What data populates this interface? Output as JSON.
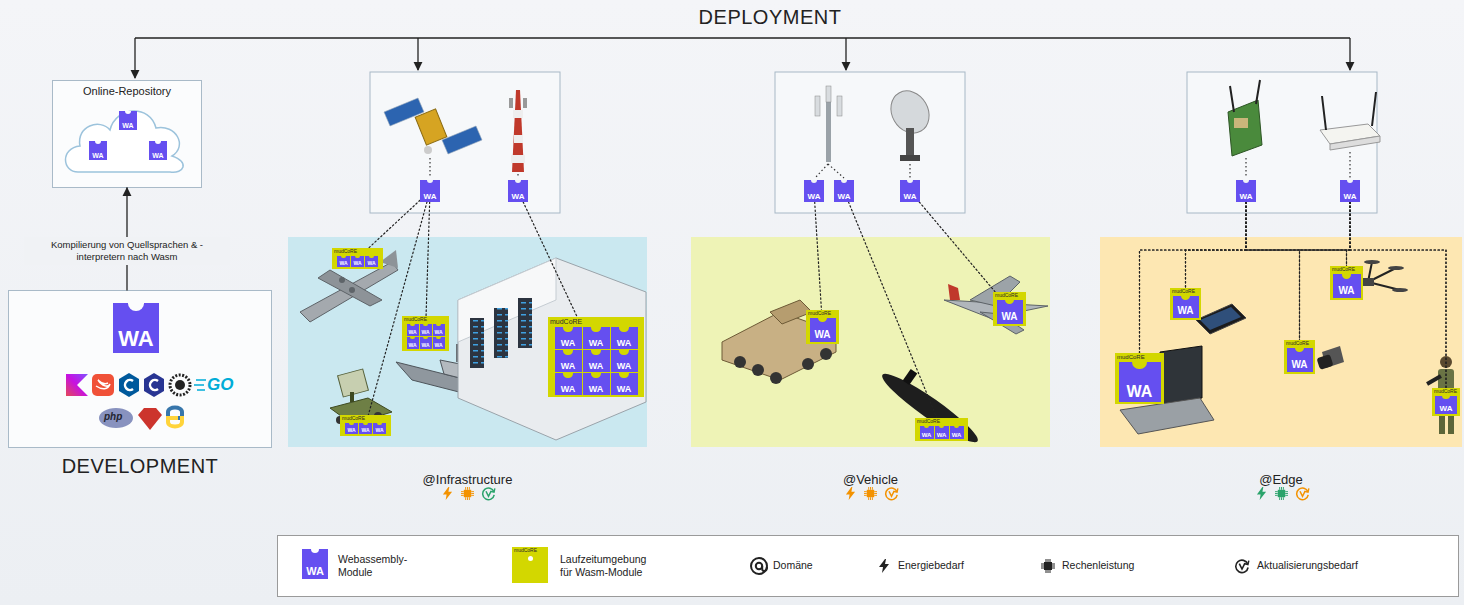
{
  "diagram": {
    "title": "DEPLOYMENT",
    "nodes": [
      {
        "text": [
          "Online-Repository"
        ]
      },
      {
        "text": [
          "WA"
        ],
        "in": 0
      },
      {
        "text": [
          "WA"
        ],
        "in": 0
      },
      {
        "text": [
          "WA"
        ],
        "in": 0
      },
      {
        "text": [
          "DEVELOPMENT"
        ]
      },
      {
        "text": [
          "WA"
        ],
        "in": 4
      },
      {
        "text": [
          "@Infrastructure"
        ]
      },
      {
        "text": [
          "WA"
        ]
      },
      {
        "text": [
          "WA"
        ]
      },
      {
        "text": [
          "mudCoRE"
        ],
        "in": 6
      },
      {
        "text": [
          "WA"
        ],
        "in": 9
      },
      {
        "text": [
          "WA"
        ],
        "in": 9
      },
      {
        "text": [
          "WA"
        ],
        "in": 9
      },
      {
        "text": [
          "mudCoRE"
        ],
        "in": 6
      },
      {
        "text": [
          "WA"
        ],
        "in": 13
      },
      {
        "text": [
          "WA"
        ],
        "in": 13
      },
      {
        "text": [
          "WA"
        ],
        "in": 13
      },
      {
        "text": [
          "mudCoRE"
        ],
        "in": 6
      },
      {
        "text": [
          "WA"
        ],
        "in": 17
      },
      {
        "text": [
          "WA"
        ],
        "in": 17
      },
      {
        "text": [
          "WA"
        ],
        "in": 17
      },
      {
        "text": [
          "WA"
        ],
        "in": 17
      },
      {
        "text": [
          "WA"
        ],
        "in": 17
      },
      {
        "text": [
          "WA"
        ],
        "in": 17
      },
      {
        "text": [
          "mudCoRE"
        ],
        "in": 6
      },
      {
        "text": [
          "WA"
        ],
        "in": 24
      },
      {
        "text": [
          "WA"
        ],
        "in": 24
      },
      {
        "text": [
          "WA"
        ],
        "in": 24
      },
      {
        "text": [
          "WA"
        ],
        "in": 24
      },
      {
        "text": [
          "WA"
        ],
        "in": 24
      },
      {
        "text": [
          "WA"
        ],
        "in": 24
      },
      {
        "text": [
          "WA"
        ],
        "in": 24
      },
      {
        "text": [
          "WA"
        ],
        "in": 24
      },
      {
        "text": [
          "WA"
        ],
        "in": 24
      },
      {
        "text": [
          "@Vehicle"
        ]
      },
      {
        "text": [
          "WA"
        ]
      },
      {
        "text": [
          "WA"
        ]
      },
      {
        "text": [
          "WA"
        ]
      },
      {
        "text": [
          "mudCoRE"
        ],
        "in": 34
      },
      {
        "text": [
          "WA"
        ],
        "in": 38
      },
      {
        "text": [
          "mudCoRE"
        ],
        "in": 34
      },
      {
        "text": [
          "WA"
        ],
        "in": 40
      },
      {
        "text": [
          "mudCoRE"
        ],
        "in": 34
      },
      {
        "text": [
          "WA"
        ],
        "in": 42
      },
      {
        "text": [
          "WA"
        ],
        "in": 42
      },
      {
        "text": [
          "WA"
        ],
        "in": 42
      },
      {
        "text": [
          "@Edge"
        ]
      },
      {
        "text": [
          "WA"
        ]
      },
      {
        "text": [
          "WA"
        ]
      },
      {
        "text": [
          "mudCoRE"
        ],
        "in": 46
      },
      {
        "text": [
          "WA"
        ],
        "in": 49
      },
      {
        "text": [
          "mudCoRE"
        ],
        "in": 46
      },
      {
        "text": [
          "WA"
        ],
        "in": 51
      },
      {
        "text": [
          "mudCoRE"
        ],
        "in": 46
      },
      {
        "text": [
          "WA"
        ],
        "in": 53
      },
      {
        "text": [
          "mudCoRE"
        ],
        "in": 46
      },
      {
        "text": [
          "WA"
        ],
        "in": 55
      },
      {
        "text": [
          "mudCoRE"
        ],
        "in": 46
      },
      {
        "text": [
          "WA"
        ],
        "in": 57
      }
    ],
    "edges": [
      {
        "from": 4,
        "to": 0,
        "arrow": "to",
        "label": "Kompilierung von Quellsprachen & -interpretern nach Wasm"
      },
      {
        "from": 7,
        "to": 9,
        "arrow": "none"
      },
      {
        "from": 7,
        "to": 13,
        "arrow": "none"
      },
      {
        "from": 7,
        "to": 17,
        "arrow": "none"
      },
      {
        "from": 8,
        "to": 24,
        "arrow": "none"
      },
      {
        "from": 35,
        "to": 38,
        "arrow": "none"
      },
      {
        "from": 36,
        "to": 42,
        "arrow": "none"
      },
      {
        "from": 37,
        "to": 40,
        "arrow": "none"
      },
      {
        "from": 47,
        "to": 49,
        "arrow": "none"
      },
      {
        "from": 47,
        "to": 51,
        "arrow": "none"
      },
      {
        "from": 47,
        "to": 53,
        "arrow": "none"
      },
      {
        "from": 47,
        "to": 55,
        "arrow": "none"
      },
      {
        "from": 47,
        "to": 57,
        "arrow": "none"
      },
      {
        "from": 48,
        "to": 49,
        "arrow": "none"
      },
      {
        "from": 48,
        "to": 51,
        "arrow": "none"
      },
      {
        "from": 48,
        "to": 53,
        "arrow": "none"
      },
      {
        "from": 48,
        "to": 55,
        "arrow": "none"
      },
      {
        "from": 48,
        "to": 57,
        "arrow": "none"
      }
    ],
    "labels": [
      "WA",
      "mudCoRE",
      "GO",
      "php"
    ],
    "legend": [
      {
        "text": "Webassembly-Module",
        "color": "#654ff0"
      },
      {
        "text": "Laufzeitumgebung für Wasm-Module",
        "color": "#d3d700"
      },
      {
        "text": "Domäne"
      },
      {
        "text": "Energiebedarf"
      },
      {
        "text": "Rechenleistung"
      },
      {
        "text": "Aktualisierungsbedarf"
      }
    ]
  }
}
